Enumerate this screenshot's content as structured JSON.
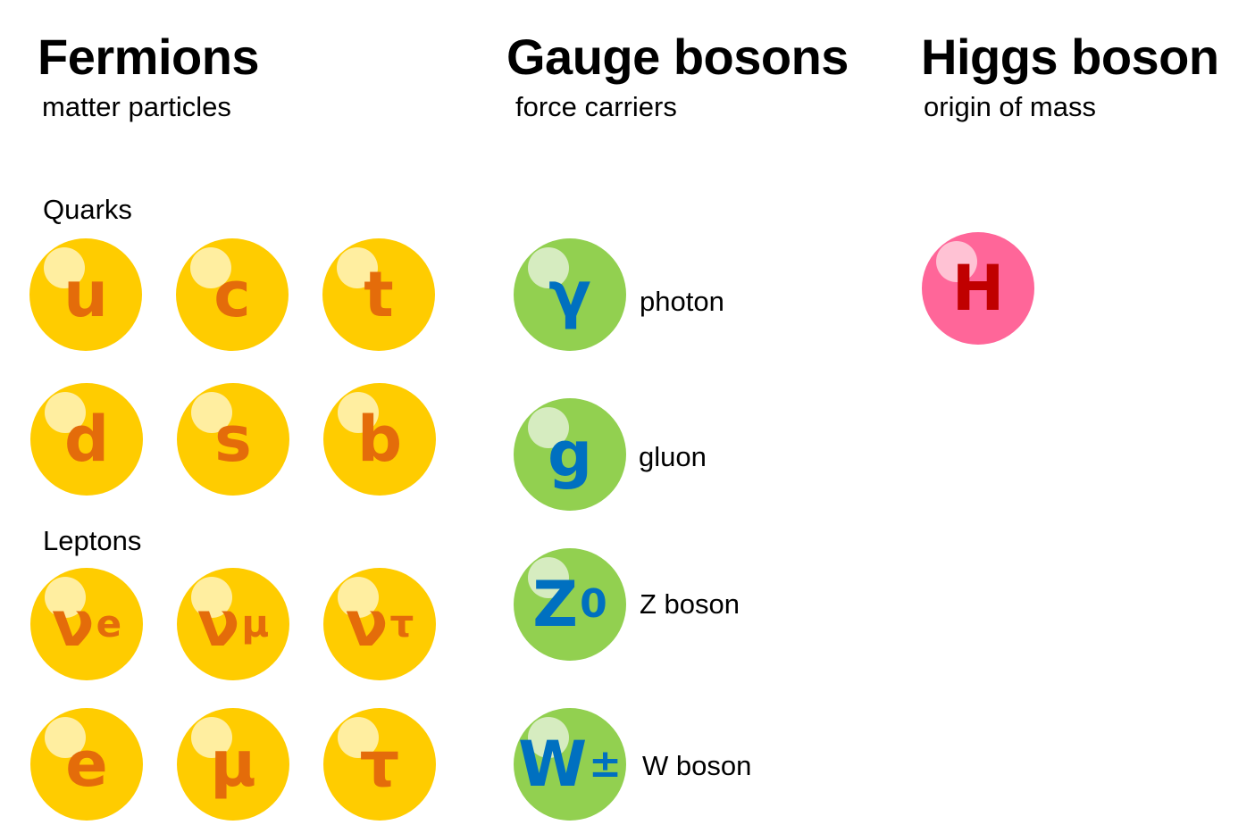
{
  "headings": {
    "fermions": {
      "title": "Fermions",
      "subtitle": "matter particles"
    },
    "gauge_bosons": {
      "title": "Gauge bosons",
      "subtitle": "force carriers"
    },
    "higgs": {
      "title": "Higgs boson",
      "subtitle": "origin of mass"
    }
  },
  "groups": {
    "quarks": "Quarks",
    "leptons": "Leptons"
  },
  "fermion_particles": {
    "up": {
      "symbol": "u"
    },
    "charm": {
      "symbol": "c"
    },
    "top": {
      "symbol": "t"
    },
    "down": {
      "symbol": "d"
    },
    "strange": {
      "symbol": "s"
    },
    "bottom": {
      "symbol": "b"
    },
    "nu_e": {
      "symbol": "ν",
      "sub": "e"
    },
    "nu_mu": {
      "symbol": "ν",
      "sub": "μ"
    },
    "nu_tau": {
      "symbol": "ν",
      "sub": "τ"
    },
    "electron": {
      "symbol": "e"
    },
    "muon": {
      "symbol": "μ"
    },
    "tau": {
      "symbol": "τ"
    }
  },
  "bosons": {
    "photon": {
      "symbol": "γ",
      "label": "photon"
    },
    "gluon": {
      "symbol": "g",
      "label": "gluon"
    },
    "z": {
      "symbol": "Z",
      "sup": "0",
      "label": "Z boson"
    },
    "w": {
      "symbol": "W",
      "sup": "±",
      "label": "W boson"
    }
  },
  "higgs_particle": {
    "symbol": "H"
  },
  "colors": {
    "fermion_fill": "#ffcc00",
    "fermion_text": "#e46c0a",
    "boson_fill": "#92d050",
    "boson_text": "#0070c0",
    "higgs_fill": "#ff6699",
    "higgs_text": "#c00000"
  }
}
